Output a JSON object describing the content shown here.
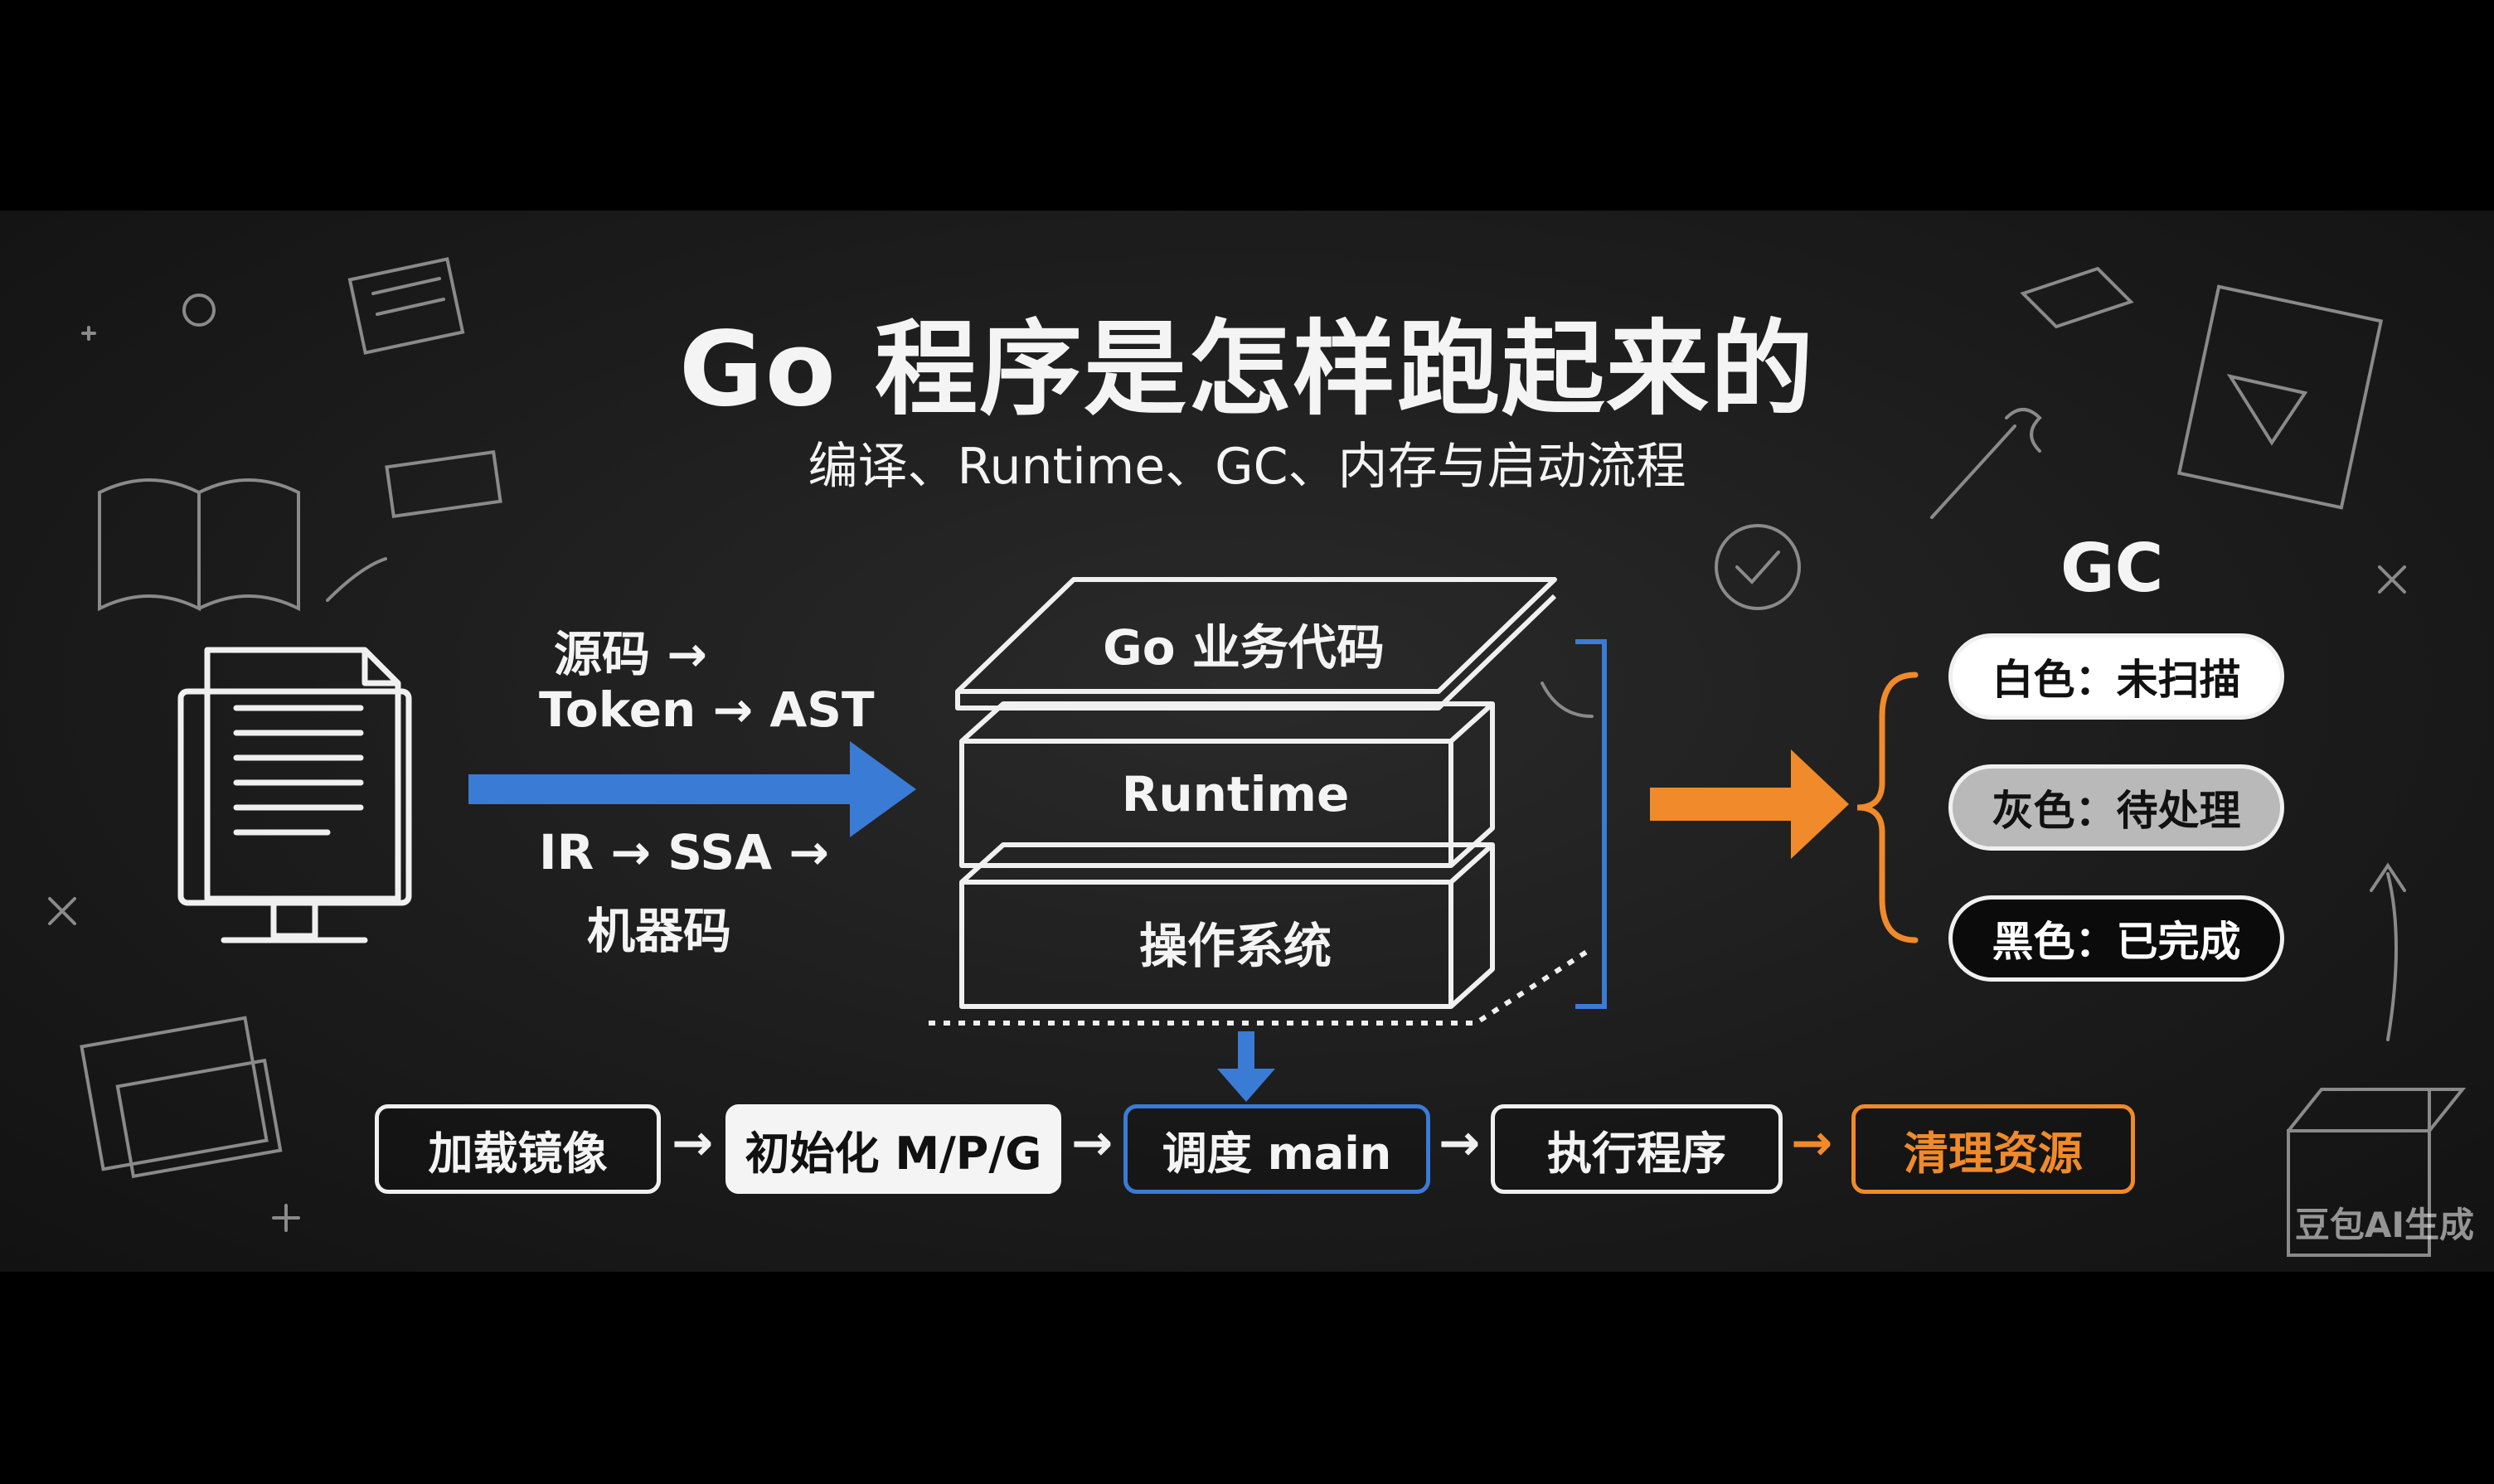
{
  "title": "Go 程序是怎样跑起来的",
  "subtitle": "编译、Runtime、GC、内存与启动流程",
  "compile": {
    "line1": "源码 →",
    "line2": "Token → AST",
    "line3": "IR → SSA →",
    "line4": "机器码"
  },
  "layers": [
    "Go 业务代码",
    "Runtime",
    "操作系统"
  ],
  "gc": {
    "title": "GC",
    "states": [
      {
        "label": "白色：未扫描",
        "bg": "#ffffff",
        "fg": "#111111"
      },
      {
        "label": "灰色：待处理",
        "bg": "#b9b9b9",
        "fg": "#111111"
      },
      {
        "label": "黑色：已完成",
        "bg": "#0b0b0b",
        "fg": "#ffffff"
      }
    ]
  },
  "startup_steps": [
    {
      "label": "加载镜像",
      "style": "dark"
    },
    {
      "label": "初始化 M/P/G",
      "style": "light"
    },
    {
      "label": "调度 main",
      "style": "blue"
    },
    {
      "label": "执行程序",
      "style": "dark"
    },
    {
      "label": "清理资源",
      "style": "orange"
    }
  ],
  "step_separator": "→",
  "watermark": "豆包AI生成",
  "colors": {
    "accent_blue": "#3a7bd5",
    "accent_orange": "#f08a2a",
    "chalk": "#f0f0f0",
    "board": "#1e1e1e"
  },
  "icons": [
    "monitor-document-icon",
    "blue-arrow-icon",
    "orange-arrow-icon",
    "down-arrow-icon",
    "brace-icon"
  ]
}
